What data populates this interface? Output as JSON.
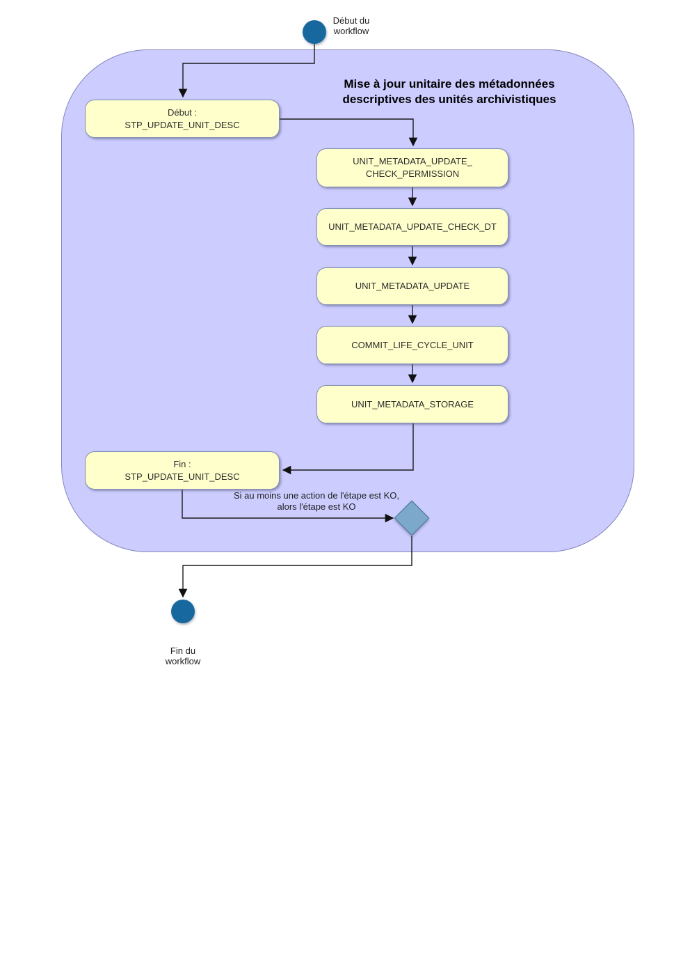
{
  "diagram": {
    "title": "Mise à jour unitaire des métadonnées\ndescriptives des unités archivistiques",
    "start_label": "Début du\nworkflow",
    "end_label": "Fin du\nworkflow",
    "decision_label": "Si au moins une action de l'étape est KO,\nalors l'étape est KO",
    "steps": [
      {
        "id": "step-begin",
        "label": "Début :\nSTP_UPDATE_UNIT_DESC"
      },
      {
        "id": "unit-metadata-update-check-permission",
        "label": "UNIT_METADATA_UPDATE_\nCHECK_PERMISSION"
      },
      {
        "id": "unit-metadata-update-check-dt",
        "label": "UNIT_METADATA_UPDATE_CHECK_DT"
      },
      {
        "id": "unit-metadata-update",
        "label": "UNIT_METADATA_UPDATE"
      },
      {
        "id": "commit-life-cycle-unit",
        "label": "COMMIT_LIFE_CYCLE_UNIT"
      },
      {
        "id": "unit-metadata-storage",
        "label": "UNIT_METADATA_STORAGE"
      },
      {
        "id": "step-end",
        "label": "Fin :\nSTP_UPDATE_UNIT_DESC"
      }
    ],
    "colors": {
      "container_fill": "#ccccff",
      "container_border": "#8585bd",
      "step_fill": "#ffffcc",
      "step_border": "#7f90b2",
      "node_fill": "#17689e",
      "diamond_fill": "#7ca8cb",
      "diamond_border": "#46718f",
      "line_color": "#1a1a1a"
    }
  }
}
